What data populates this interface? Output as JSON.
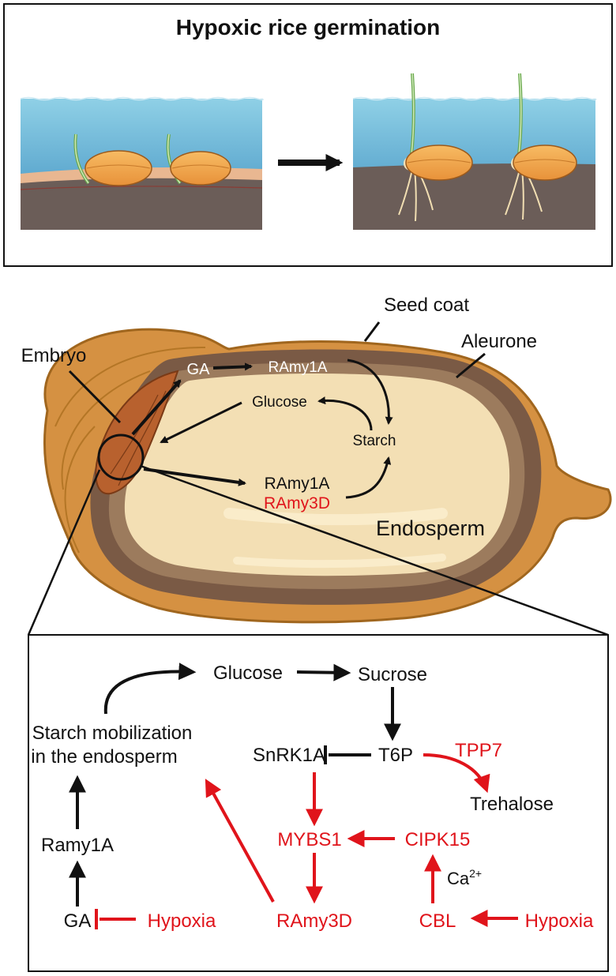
{
  "title": "Hypoxic rice germination",
  "seed_labels": {
    "seed_coat": "Seed coat",
    "aleurone": "Aleurone",
    "embryo": "Embryo",
    "endosperm": "Endosperm",
    "ga": "GA",
    "ramy1a_top": "RAmy1A",
    "glucose": "Glucose",
    "starch": "Starch",
    "ramy1a_mid": "RAmy1A",
    "ramy3d": "RAmy3D"
  },
  "pathway": {
    "glucose": "Glucose",
    "sucrose": "Sucrose",
    "starch_line1": "Starch mobilization",
    "starch_line2": "in the endosperm",
    "snrk1a": "SnRK1A",
    "t6p": "T6P",
    "tpp7": "TPP7",
    "trehalose": "Trehalose",
    "mybs1": "MYBS1",
    "cipk15": "CIPK15",
    "ca_base": "Ca",
    "ca_sup": "2+",
    "ramy1a": "Ramy1A",
    "ga": "GA",
    "hypoxia_left": "Hypoxia",
    "ramy3d": "RAmy3D",
    "cbl": "CBL",
    "hypoxia_right": "Hypoxia"
  },
  "colors": {
    "black": "#111111",
    "red": "#e0141b",
    "water": "#7fc4de",
    "soil": "#6b5d58",
    "seed": "#f2a84c",
    "husk": "#d49244"
  }
}
